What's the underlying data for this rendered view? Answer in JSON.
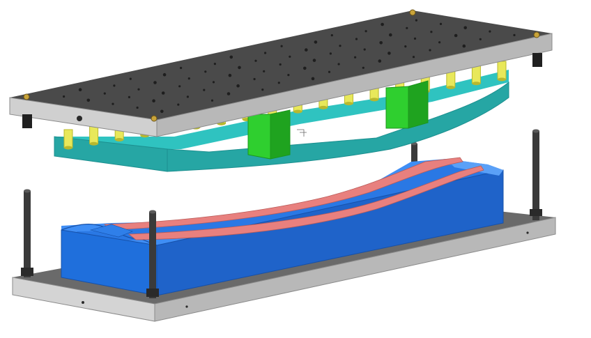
{
  "title": "",
  "colors": {
    "background": "#ffffff",
    "plate_top": "#4a4a4a",
    "plate_edge": "#cfcfcf",
    "plate_edge_shadow": "#a9a9a9",
    "cyan_block": "#2fc3c0",
    "cyan_block_dark": "#1c8f8f",
    "cyan_block_shade": "#26a6a4",
    "pillar_yellow": "#e8e85a",
    "pillar_yellow_dark": "#b8b82e",
    "green_block": "#2fcf2f",
    "green_block_dark": "#1c951c",
    "blue_die": "#1f6fdc",
    "blue_die_top": "#3f8ef5",
    "blue_die_dark": "#1650a8",
    "strip_pink": "#e8807e",
    "strip_pink_dark": "#b85a58",
    "guide_post": "#3a3a3a",
    "hole": "#1e1e1e",
    "bolt_brass": "#c9a43a",
    "bushing": "#202020"
  },
  "components": [
    {
      "name": "upper-die-shoe",
      "label": ""
    },
    {
      "name": "stripper-plate",
      "label": ""
    },
    {
      "name": "spring-pillars",
      "label": ""
    },
    {
      "name": "green-blocks",
      "label": ""
    },
    {
      "name": "lower-die-cavity",
      "label": ""
    },
    {
      "name": "formed-strip",
      "label": ""
    },
    {
      "name": "lower-die-shoe",
      "label": ""
    },
    {
      "name": "guide-posts",
      "label": ""
    }
  ]
}
